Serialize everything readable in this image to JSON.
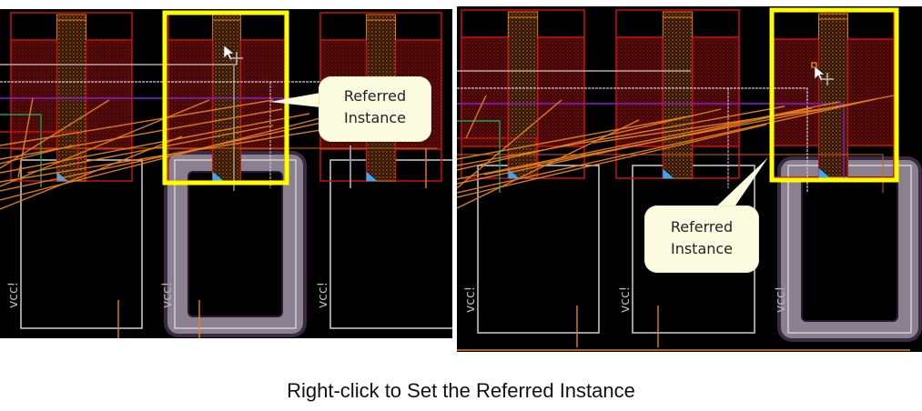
{
  "caption": "Right-click to Set the Referred Instance",
  "colors": {
    "background": "#000000",
    "instance_outline": "#cc1111",
    "poly": "#e07a10",
    "highlight_box": "#ffff00",
    "callout_fill": "#fbfbe0",
    "pin_marker": "#33aaff",
    "selected_glow": "#8a8090",
    "net_lines": "#e8801a",
    "pin_label": "#b8b8b8"
  },
  "panels": [
    {
      "name": "before",
      "callout": {
        "line1": "Referred",
        "line2": "Instance"
      },
      "pin_labels": [
        "vcc!",
        "vcc!",
        "vcc!"
      ],
      "highlighted_instance_index": 1,
      "selected_pin_index": 1
    },
    {
      "name": "after",
      "callout": {
        "line1": "Referred",
        "line2": "Instance"
      },
      "pin_labels": [
        "vcc!",
        "vcc!",
        "vcc!"
      ],
      "highlighted_instance_index": 2,
      "selected_pin_index": 2
    }
  ]
}
